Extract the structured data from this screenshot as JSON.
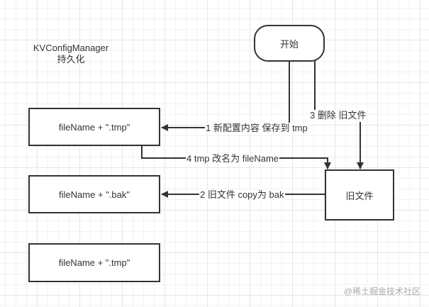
{
  "title": {
    "line1": "KVConfigManager",
    "line2": "持久化"
  },
  "nodes": {
    "start": "开始",
    "tmp_file": "fileName + \".tmp\"",
    "bak_file": "fileName + \".bak\"",
    "tmp_file_2": "fileName + \".tmp\"",
    "old_file": "旧文件"
  },
  "edges": {
    "step1": "1 新配置内容 保存到 tmp",
    "step2": "2 旧文件 copy为 bak",
    "step3": "3 删除 旧文件",
    "step4": "4 tmp 改名为 fileName"
  },
  "watermark": "@稀土掘金技术社区"
}
